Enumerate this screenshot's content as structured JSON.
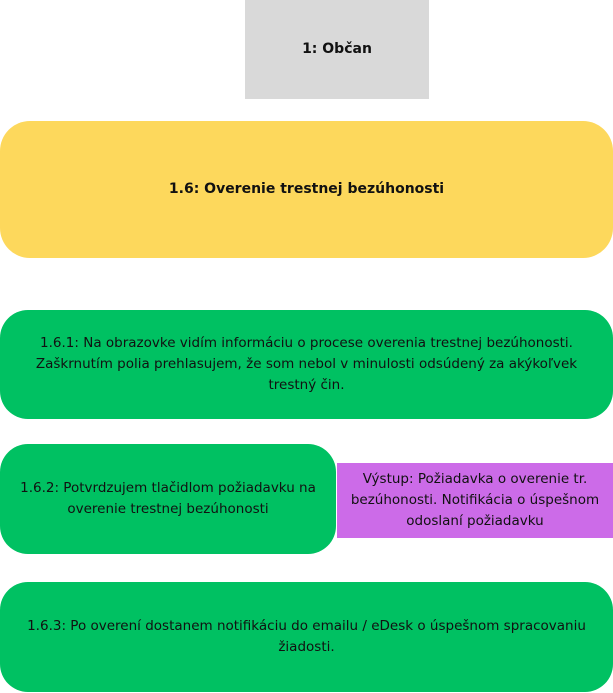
{
  "actor": {
    "label": "1: Občan"
  },
  "epic": {
    "label": "1.6: Overenie trestnej bezúhonosti"
  },
  "steps": [
    {
      "label": "1.6.1: Na obrazovke vidím informáciu o procese overenia trestnej bezúhonosti. Zaškrnutím polia prehlasujem, že som nebol v minulosti odsúdený za akýkoľvek trestný čin."
    },
    {
      "label": "1.6.2: Potvrdzujem tlačidlom požiadavku na overenie trestnej bezúhonosti"
    },
    {
      "label": "1.6.3: Po overení dostanem notifikáciu do emailu / eDesk o úspešnom spracovaniu žiadosti."
    }
  ],
  "output": {
    "label": "Výstup: Požiadavka o overenie tr. bezúhonosti. Notifikácia o úspešnom odoslaní požiadavku"
  },
  "colors": {
    "actor": "#d9d9d9",
    "epic": "#fdd85c",
    "step": "#00c162",
    "output": "#cc6be8"
  }
}
